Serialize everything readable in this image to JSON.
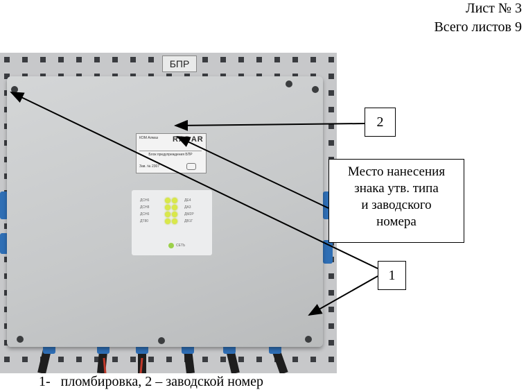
{
  "header": {
    "sheet_number": "Лист № 3",
    "sheet_total": "Всего листов 9"
  },
  "photo": {
    "enclosure_tag": "БПР",
    "nameplate": {
      "line_kom": "КОМ Алмаз",
      "logo": "RADAR",
      "block_name": "Блок предупреждения БПР",
      "serial_label": "Зав. № 2307"
    },
    "indicator": {
      "rows": [
        {
          "left": "ДСН6",
          "right": "ДЕ4"
        },
        {
          "left": "ДСН8",
          "right": "ДА3"
        },
        {
          "left": "ДСН6",
          "right": "ДМ2Р"
        },
        {
          "left": "ДТ80",
          "right": "ДВ1Г"
        }
      ],
      "power_label": "СЕТЬ"
    }
  },
  "callouts": {
    "number_2": "2",
    "number_1": "1",
    "place_lines": [
      "Место нанесения",
      "знака утв. типа",
      "и заводского",
      "номера"
    ]
  },
  "caption": {
    "text": "1-   пломбировка, 2 – заводской номер"
  },
  "colors": {
    "enclosure": "#c9cbcc",
    "pegboard": "#c9cacc",
    "led": "#d9e84a",
    "cable_blue": "#2f6fb5"
  }
}
